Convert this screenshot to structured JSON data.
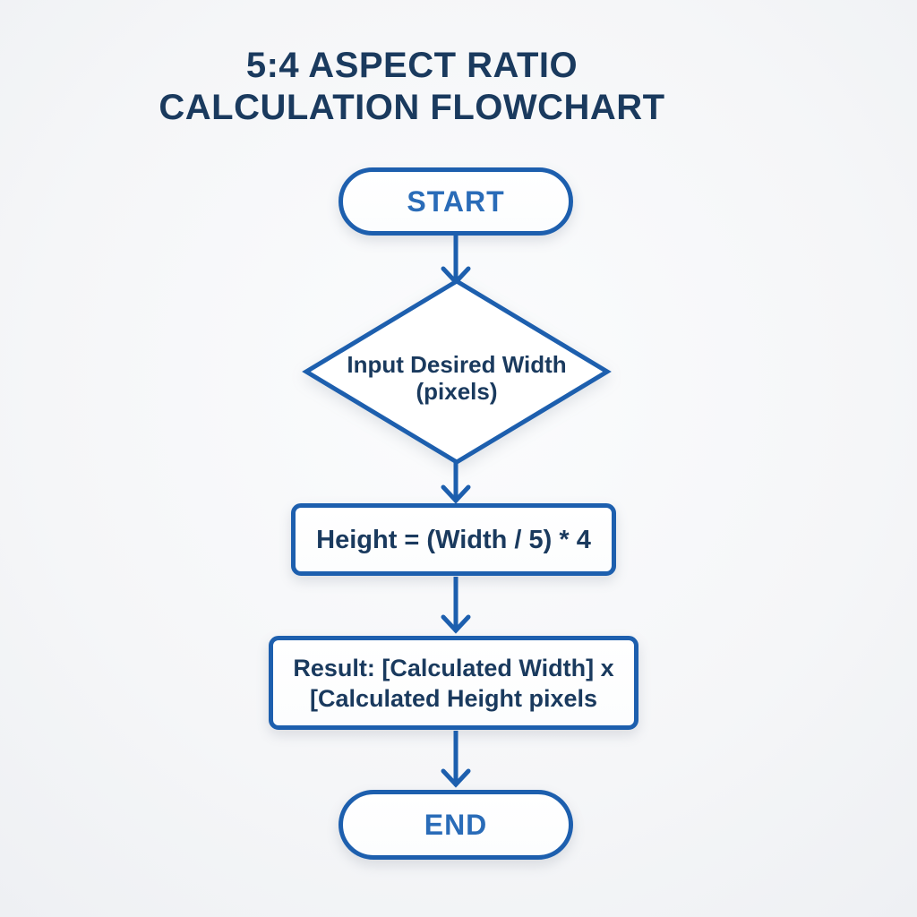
{
  "title": {
    "line1": "5:4 ASPECT RATIO",
    "line2": "CALCULATION FLOWCHART"
  },
  "nodes": {
    "start": {
      "type": "terminator",
      "label": "START"
    },
    "input": {
      "type": "decision",
      "line1": "Input Desired Width",
      "line2": "(pixels)"
    },
    "formula": {
      "type": "process",
      "label": "Height = (Width / 5) * 4"
    },
    "result": {
      "type": "process",
      "line1": "Result: [Calculated Width] x",
      "line2": "[Calculated Height pixels"
    },
    "end": {
      "type": "terminator",
      "label": "END"
    }
  },
  "flow_order": [
    "start",
    "input",
    "formula",
    "result",
    "end"
  ],
  "colors": {
    "border_blue": "#1d5fae",
    "label_blue": "#2a6cb8",
    "text_navy": "#1a3a5e",
    "background": "#f5f6f8",
    "shape_fill": "#ffffff"
  }
}
